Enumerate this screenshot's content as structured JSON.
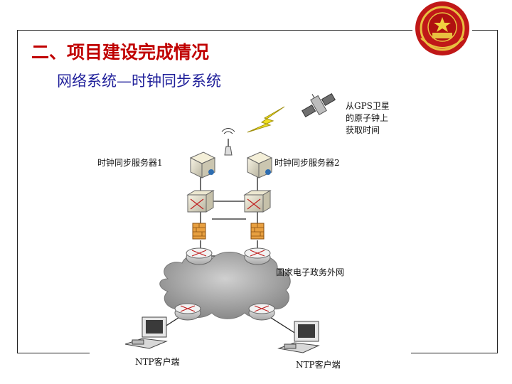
{
  "slide": {
    "title": "二、项目建设完成情况",
    "subtitle": "网络系统—时钟同步系统"
  },
  "diagram": {
    "gps_note": [
      "从GPS卫星",
      "的原子钟上",
      "获取时间"
    ],
    "server1_label": "时钟同步服务器1",
    "server2_label": "时钟同步服务器2",
    "network_label": "国家电子政务外网",
    "client1_label": "NTP客户端",
    "client2_label": "NTP客户端"
  },
  "colors": {
    "title": "#c00000",
    "subtitle": "#1f1f9a",
    "lightning": "#f0e020",
    "cloud": "#a6a6a6",
    "router": "#d8d8d8",
    "firewall": "#e8a040"
  },
  "icons": [
    "emblem-icon",
    "satellite-icon",
    "lightning-icon",
    "antenna-icon",
    "server-icon",
    "switch-icon",
    "firewall-icon",
    "router-icon",
    "cloud-icon",
    "computer-icon"
  ]
}
